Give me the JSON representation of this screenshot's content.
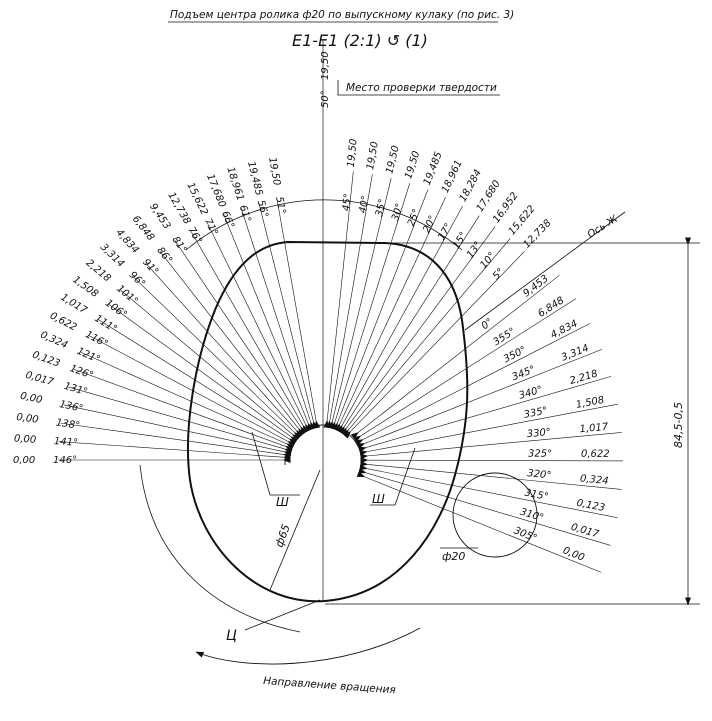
{
  "title": "Подъем центра ролика ф20 по выпускному кулаку (по рис. 3)",
  "section_label": "E1-E1 (2:1) ↺ (1)",
  "hardness_label": "Место проверки твердости",
  "axis_label": "Ось Ж",
  "rotation_label": "Направление вращения",
  "dim_base_diameter": "ф65",
  "dim_roller_diameter": "ф20",
  "dim_height": "84,5-0,5",
  "mark_sh_left": "Ш",
  "mark_sh_right": "Ш",
  "mark_ts": "Ц",
  "left_pairs": [
    {
      "value": "19,50",
      "angle": "51°"
    },
    {
      "value": "19,485",
      "angle": "56°"
    },
    {
      "value": "18,961",
      "angle": "61°"
    },
    {
      "value": "17,680",
      "angle": "66°"
    },
    {
      "value": "15,622",
      "angle": "71°"
    },
    {
      "value": "12,738",
      "angle": "76°"
    },
    {
      "value": "9,453",
      "angle": "81°"
    },
    {
      "value": "6,848",
      "angle": "86°"
    },
    {
      "value": "4,834",
      "angle": "91°"
    },
    {
      "value": "3,314",
      "angle": "96°"
    },
    {
      "value": "2,218",
      "angle": "101°"
    },
    {
      "value": "1,508",
      "angle": "106°"
    },
    {
      "value": "1,017",
      "angle": "111°"
    },
    {
      "value": "0,622",
      "angle": "116°"
    },
    {
      "value": "0,324",
      "angle": "121°"
    },
    {
      "value": "0,123",
      "angle": "126°"
    },
    {
      "value": "0,017",
      "angle": "131°"
    },
    {
      "value": "0,00",
      "angle": "136°"
    },
    {
      "value": "0,00",
      "angle": "138°"
    },
    {
      "value": "0,00",
      "angle": "141°"
    },
    {
      "value": "0,00",
      "angle": "146°"
    }
  ],
  "top_center": {
    "value": "19,50",
    "angle": "50°"
  },
  "top_pairs": [
    {
      "value": "19,50",
      "angle": "45°"
    },
    {
      "value": "19,50",
      "angle": "40°"
    },
    {
      "value": "19,50",
      "angle": "35°"
    },
    {
      "value": "19,50",
      "angle": "30°"
    },
    {
      "value": "19,485",
      "angle": "25°"
    },
    {
      "value": "18,961",
      "angle": "20°"
    },
    {
      "value": "18,284",
      "angle": "17°"
    },
    {
      "value": "17,680",
      "angle": "15°"
    },
    {
      "value": "16,952",
      "angle": "13°"
    },
    {
      "value": "15,622",
      "angle": "10°"
    },
    {
      "value": "12,738",
      "angle": "5°"
    }
  ],
  "right_pairs": [
    {
      "angle": "0°",
      "value": "9,453"
    },
    {
      "angle": "355°",
      "value": "6,848"
    },
    {
      "angle": "350°",
      "value": "4,834"
    },
    {
      "angle": "345°",
      "value": "3,314"
    },
    {
      "angle": "340°",
      "value": "2,218"
    },
    {
      "angle": "335°",
      "value": "1,508"
    },
    {
      "angle": "330°",
      "value": "1,017"
    },
    {
      "angle": "325°",
      "value": "0,622"
    },
    {
      "angle": "320°",
      "value": "0,324"
    },
    {
      "angle": "315°",
      "value": "0,123"
    },
    {
      "angle": "310°",
      "value": "0,017"
    },
    {
      "angle": "305°",
      "value": "0,00"
    }
  ]
}
